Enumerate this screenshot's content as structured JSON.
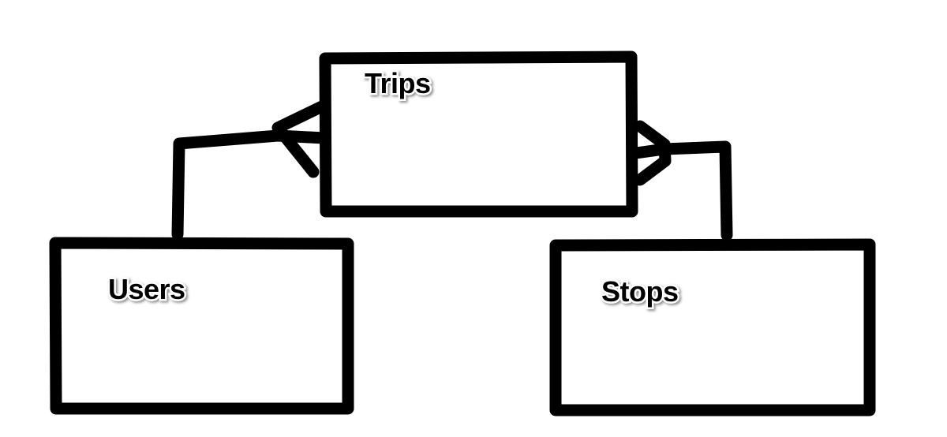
{
  "diagram": {
    "entities": [
      {
        "id": "trips",
        "label": "Trips"
      },
      {
        "id": "users",
        "label": "Users"
      },
      {
        "id": "stops",
        "label": "Stops"
      }
    ],
    "relationships": [
      {
        "from": "users",
        "to": "trips",
        "cardinality_at_target": "many"
      },
      {
        "from": "stops",
        "to": "trips",
        "cardinality_at_target": "many"
      }
    ]
  },
  "colors": {
    "ink": "#000000",
    "background": "#ffffff"
  }
}
